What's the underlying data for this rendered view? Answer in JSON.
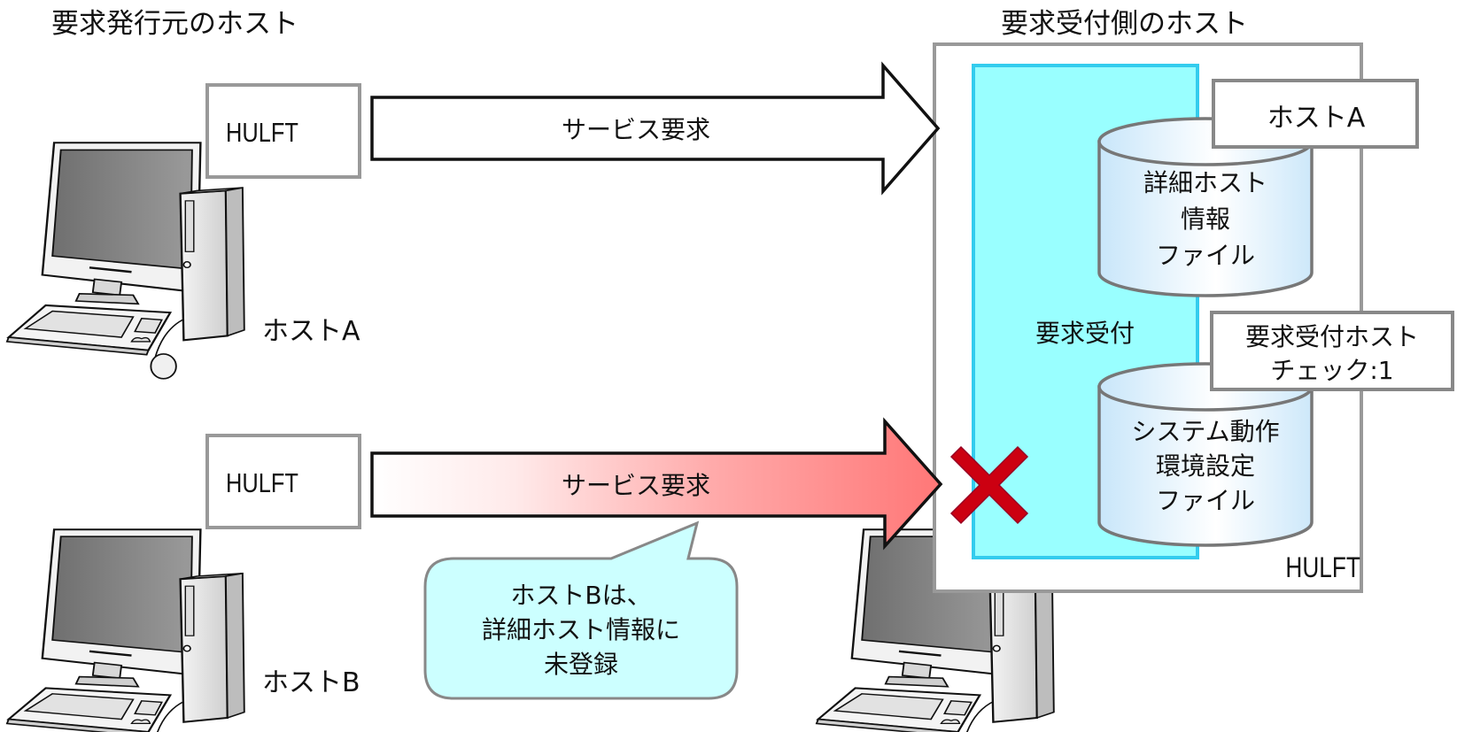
{
  "titles": {
    "left": "要求発行元のホスト",
    "right": "要求受付側のホスト"
  },
  "sender_hosts": [
    {
      "name": "ホストA",
      "software": "HULFT",
      "request_label": "サービス要求",
      "status": "accepted"
    },
    {
      "name": "ホストB",
      "software": "HULFT",
      "request_label": "サービス要求",
      "status": "rejected"
    }
  ],
  "receiver": {
    "software": "HULFT",
    "module_label": "要求受付",
    "detail_host_file": {
      "lines": [
        "詳細ホスト",
        "情報",
        "ファイル"
      ],
      "registered_entry": "ホストA"
    },
    "system_config_file": {
      "lines": [
        "システム動作",
        "環境設定",
        "ファイル"
      ],
      "setting_lines": [
        "要求受付ホスト",
        "チェック:1"
      ]
    }
  },
  "callout": {
    "lines": [
      "ホストBは、",
      "詳細ホスト情報に",
      "未登録"
    ]
  },
  "colors": {
    "box_border": "#999999",
    "module_fill": "#99ffff",
    "module_border": "#33ccee",
    "reject_arrow": "#ff7777",
    "reject_mark": "#cc0011",
    "callout_fill": "#ccffff"
  },
  "icons": {
    "computer": "desktop-computer-icon",
    "reject": "cross-mark-icon",
    "database": "cylinder-database-icon"
  }
}
